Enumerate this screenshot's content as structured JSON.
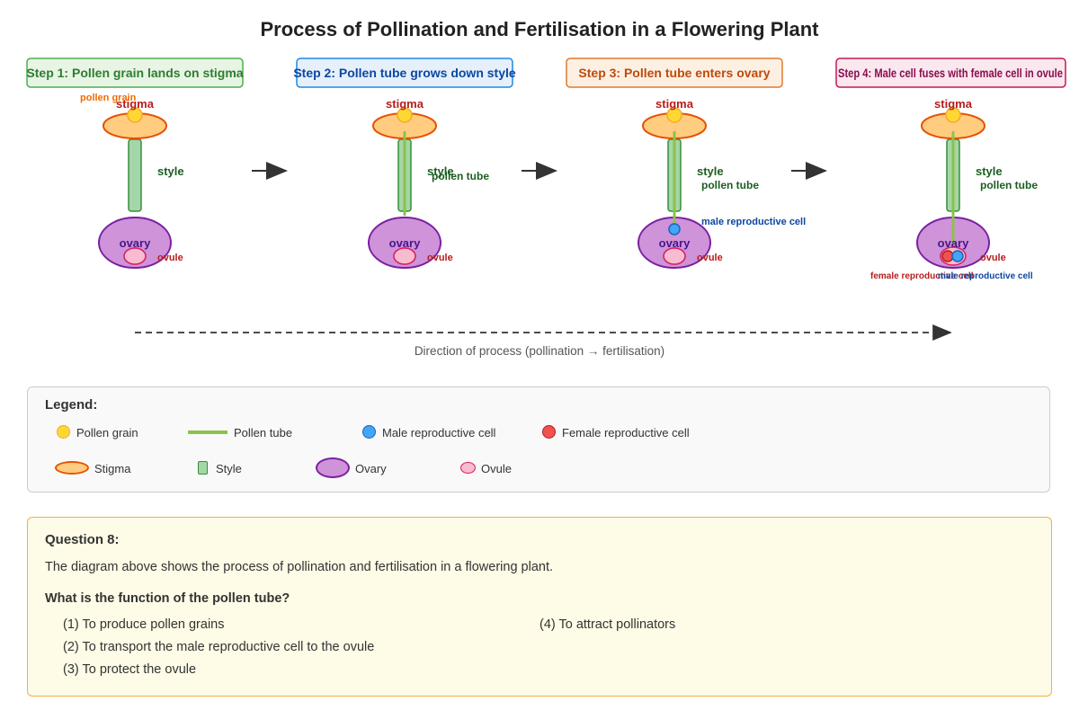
{
  "title": "Process of Pollination and Fertilisation in a Flowering Plant",
  "steps": [
    {
      "label": "Step 1: Pollen grain lands on stigma",
      "colors": {
        "fill": "#e8f5e4",
        "stroke": "#4caf50",
        "text": "#2e7d32"
      },
      "labels": {
        "pollen_grain": "pollen grain",
        "stigma": "stigma",
        "style": "style",
        "ovary": "ovary",
        "ovule": "ovule"
      }
    },
    {
      "label": "Step 2: Pollen tube grows down style",
      "colors": {
        "fill": "#e5f0fb",
        "stroke": "#1e88e5",
        "text": "#0d47a1"
      },
      "labels": {
        "stigma": "stigma",
        "style": "style",
        "pollen_tube": "pollen tube",
        "ovary": "ovary",
        "ovule": "ovule"
      }
    },
    {
      "label": "Step 3: Pollen tube enters ovary",
      "colors": {
        "fill": "#fdf0e3",
        "stroke": "#e07a2a",
        "text": "#bf4a0a"
      },
      "labels": {
        "stigma": "stigma",
        "style": "style",
        "pollen_tube": "pollen tube",
        "male_cell": "male reproductive cell",
        "ovary": "ovary",
        "ovule": "ovule"
      }
    },
    {
      "label": "Step 4: Male cell fuses with female cell in ovule",
      "colors": {
        "fill": "#fbe7ee",
        "stroke": "#c2185b",
        "text": "#880e4f"
      },
      "labels": {
        "stigma": "stigma",
        "style": "style",
        "pollen_tube": "pollen tube",
        "ovary": "ovary",
        "ovule": "ovule",
        "female_cell": "female reproductive cell",
        "male_cell": "male reproductive cell"
      }
    }
  ],
  "direction_label": "Direction of process (pollination → fertilisation)",
  "legend": {
    "title": "Legend:",
    "items": {
      "pollen_grain": "Pollen grain",
      "pollen_tube": "Pollen tube",
      "male_cell": "Male reproductive cell",
      "female_cell": "Female reproductive cell",
      "stigma": "Stigma",
      "style": "Style",
      "ovary": "Ovary",
      "ovule": "Ovule"
    }
  },
  "question": {
    "title": "Question 8:",
    "stem": "The diagram above shows the process of pollination and fertilisation in a flowering plant.",
    "ask": "What is the function of the pollen tube?",
    "options": [
      "(1) To produce pollen grains",
      "(2) To transport the male reproductive cell to the ovule",
      "(3) To protect the ovule",
      "(4) To attract pollinators"
    ]
  },
  "colors": {
    "pollen_grain": "#fdd835",
    "pollen_grain_stroke": "#f9a825",
    "pollen_tube": "#8bc34a",
    "stigma_fill": "#ffcc80",
    "stigma_stroke": "#e65100",
    "style_fill": "#a5d6a7",
    "style_stroke": "#388e3c",
    "ovary_fill": "#ce93d8",
    "ovary_stroke": "#7b1fa2",
    "ovule_fill": "#f8bbd0",
    "ovule_stroke": "#d81b60",
    "male_cell": "#42a5f5",
    "female_cell": "#ef5350",
    "label_stigma": "#b71c1c",
    "label_style": "#1b5e20",
    "label_ovary": "#4a148c",
    "label_ovule": "#b71c1c",
    "label_pollen": "#ef6c00",
    "label_male": "#0d47a1",
    "label_female": "#b71c1c"
  }
}
